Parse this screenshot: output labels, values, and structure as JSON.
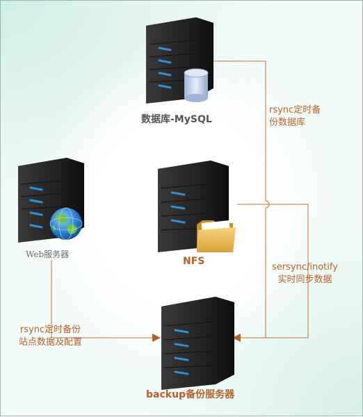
{
  "nodes": {
    "mysql": {
      "label": "数据库-MySQL",
      "icon": "database-server-icon"
    },
    "web": {
      "label": "Web服务器",
      "icon": "web-server-globe-icon"
    },
    "nfs": {
      "label": "NFS",
      "icon": "file-server-folder-icon"
    },
    "backup": {
      "label": "backup备份服务器",
      "icon": "backup-server-icon"
    }
  },
  "edges": {
    "mysql_to_backup": {
      "line1": "rsync定时备",
      "line2": "份数据库"
    },
    "nfs_to_backup": {
      "line1": "sersync/inotify",
      "line2": "实时同步数据"
    },
    "web_to_backup": {
      "line1": "rsync定时备份",
      "line2": "站点数据及配置"
    }
  },
  "colors": {
    "connector": "#c0713a",
    "arrow": "#b4622b",
    "label_orange": "#b4622b",
    "server_body": "#2b2b2b",
    "server_led": "#2f8fd6"
  }
}
